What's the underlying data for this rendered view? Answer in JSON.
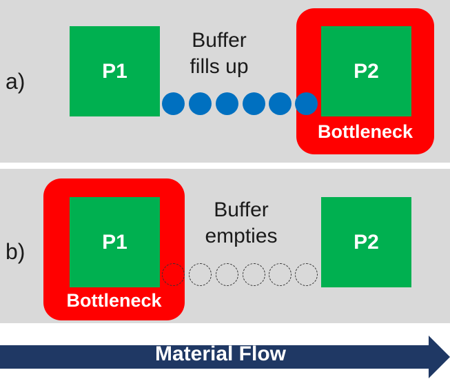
{
  "panel_a": {
    "label": "a)",
    "p1": "P1",
    "p2": "P2",
    "buffer_line1": "Buffer",
    "buffer_line2": "fills up",
    "bottleneck": "Bottleneck",
    "buffer_state": "full"
  },
  "panel_b": {
    "label": "b)",
    "p1": "P1",
    "p2": "P2",
    "buffer_line1": "Buffer",
    "buffer_line2": "empties",
    "bottleneck": "Bottleneck",
    "buffer_state": "empty"
  },
  "flow_label": "Material Flow",
  "colors": {
    "process": "#00b050",
    "bottleneck": "#ff0000",
    "buffer_item": "#0070c0",
    "arrow": "#1f3864",
    "background": "#d9d9d9"
  }
}
